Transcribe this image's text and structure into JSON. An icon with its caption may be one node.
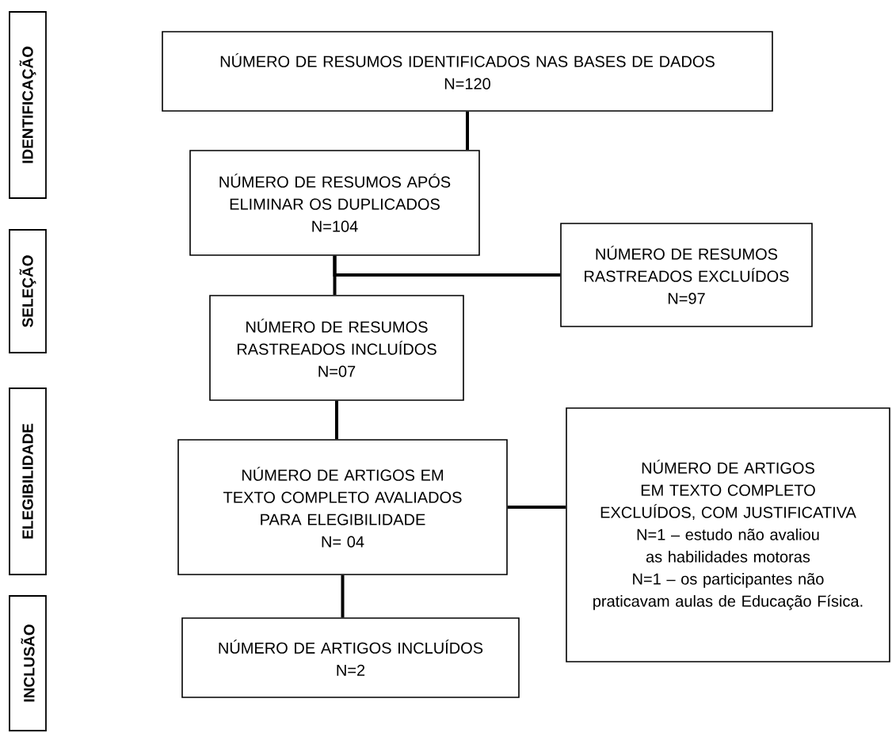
{
  "diagram": {
    "nodes": [
      {
        "text": [
          "IDENTIFICAÇÃO"
        ]
      },
      {
        "text": [
          "SELEÇÃO"
        ]
      },
      {
        "text": [
          "ELEGIBILIDADE"
        ]
      },
      {
        "text": [
          "INCLUSÃO"
        ]
      },
      {
        "text": [
          "NÚMERO DE RESUMOS IDENTIFICADOS NAS BASES DE DADOS",
          "N=120"
        ]
      },
      {
        "text": [
          "NÚMERO DE RESUMOS APÓS ELIMINAR OS DUPLICADOS",
          "N=104"
        ]
      },
      {
        "text": [
          "NÚMERO DE RESUMOS RASTREADOS EXCLUÍDOS",
          "N=97"
        ]
      },
      {
        "text": [
          "NÚMERO DE RESUMOS RASTREADOS INCLUÍDOS",
          "N=07"
        ]
      },
      {
        "text": [
          "NÚMERO DE ARTIGOS EM TEXTO COMPLETO AVALIADOS PARA ELEGIBILIDADE",
          "N= 04"
        ]
      },
      {
        "text": [
          "NÚMERO DE ARTIGOS EM TEXTO COMPLETO EXCLUÍDOS, COM JUSTIFICATIVA",
          "N=1 – estudo não avaliou as habilidades motoras",
          "N=1 – os participantes não praticavam aulas de Educação Física."
        ]
      },
      {
        "text": [
          "NÚMERO DE ARTIGOS INCLUÍDOS",
          "N=2"
        ]
      }
    ],
    "edges": [
      {
        "from": 4,
        "to": 5,
        "arrow": "none"
      },
      {
        "from": 5,
        "to": 7,
        "arrow": "none"
      },
      {
        "from": 5,
        "to": 6,
        "arrow": "none"
      },
      {
        "from": 7,
        "to": 8,
        "arrow": "none"
      },
      {
        "from": 8,
        "to": 9,
        "arrow": "none"
      },
      {
        "from": 8,
        "to": 10,
        "arrow": "none"
      }
    ]
  }
}
